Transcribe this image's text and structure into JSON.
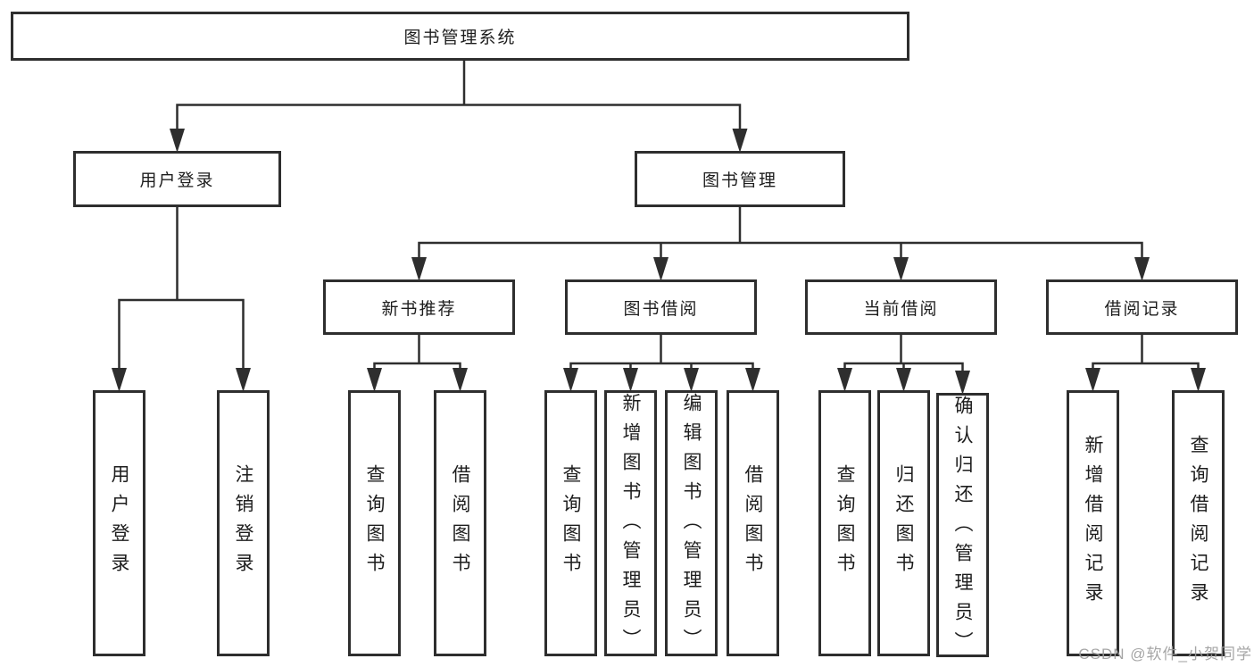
{
  "diagram": {
    "title": "图书管理系统",
    "branches": [
      {
        "label": "用户登录",
        "children": [
          "用户登录",
          "注销登录"
        ]
      },
      {
        "label": "图书管理",
        "children": [
          {
            "label": "新书推荐",
            "children": [
              "查询图书",
              "借阅图书"
            ]
          },
          {
            "label": "图书借阅",
            "children": [
              "查询图书",
              "新增图书（管理员）",
              "编辑图书（管理员）",
              "借阅图书"
            ]
          },
          {
            "label": "当前借阅",
            "children": [
              "查询图书",
              "归还图书",
              "确认归还（管理员）"
            ]
          },
          {
            "label": "借阅记录",
            "children": [
              "新增借阅记录",
              "查询借阅记录"
            ]
          }
        ]
      }
    ]
  },
  "watermark": {
    "text": "CSDN @软件_小贺同学"
  },
  "colors": {
    "line": "#2e2e2e",
    "text": "#1d1d1d",
    "watermark_text": "#9c9c9c",
    "background": "#ffffff"
  }
}
